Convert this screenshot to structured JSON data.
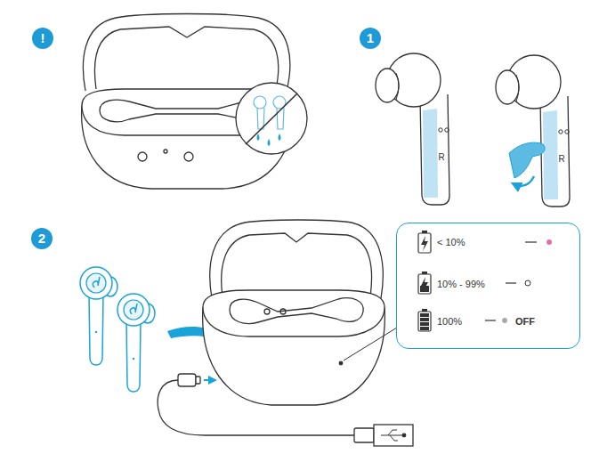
{
  "diagram": {
    "nodes": [
      {
        "text": [
          "< 10%",
          "10% - 99%",
          "100%",
          "OFF"
        ]
      }
    ],
    "labels": [
      "!",
      "1",
      "R",
      "R",
      "2"
    ]
  }
}
